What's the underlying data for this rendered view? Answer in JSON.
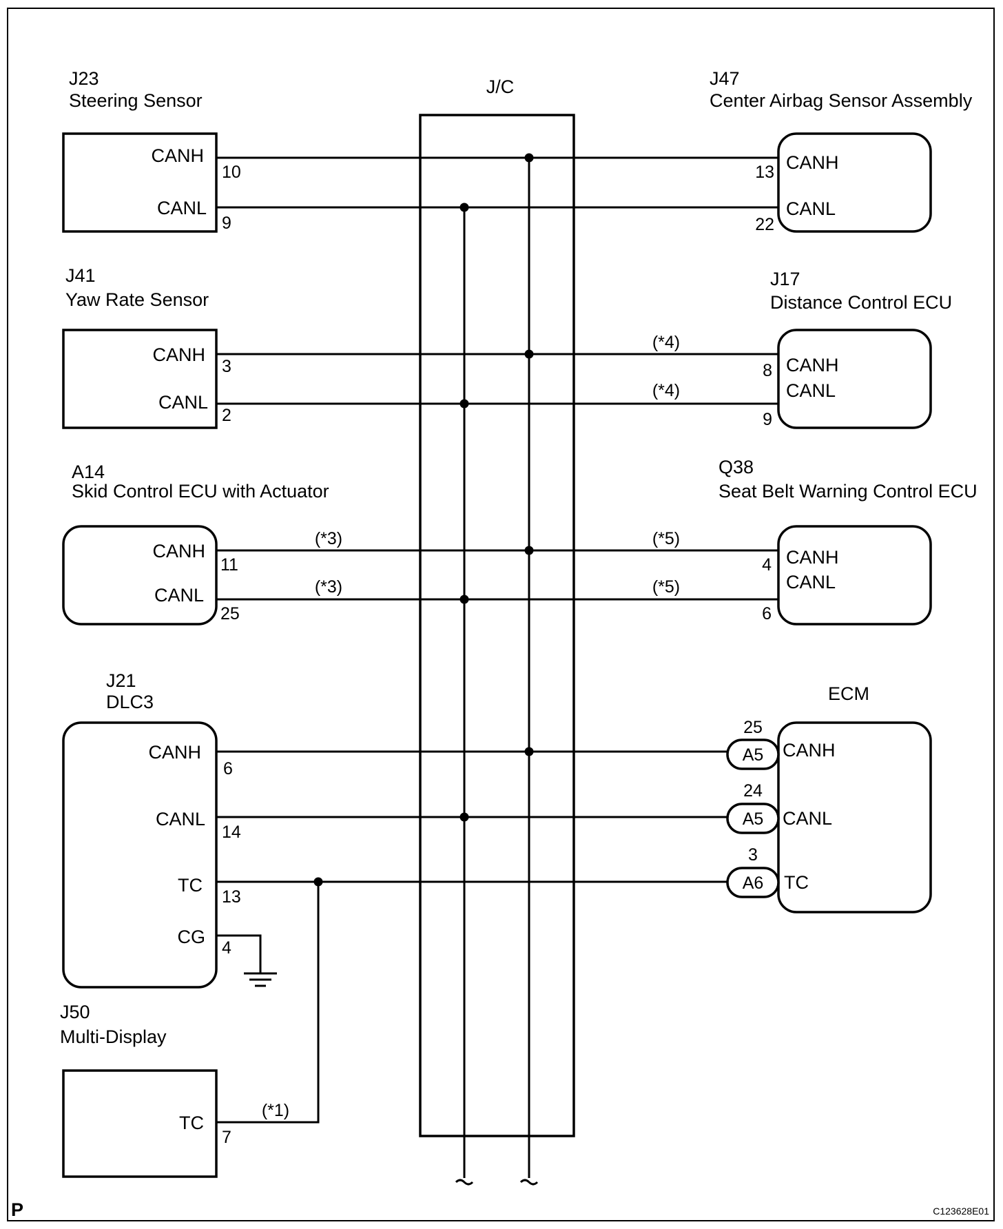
{
  "diagram": {
    "jc_label": "J/C",
    "corner_left": "P",
    "figure_code": "C123628E01"
  },
  "components": {
    "j23": {
      "code": "J23",
      "name": "Steering Sensor",
      "canh": "CANH",
      "canl": "CANL",
      "pin_canh": "10",
      "pin_canl": "9"
    },
    "j47": {
      "code": "J47",
      "name": "Center Airbag Sensor Assembly",
      "canh": "CANH",
      "canl": "CANL",
      "pin_canh": "13",
      "pin_canl": "22"
    },
    "j41": {
      "code": "J41",
      "name": "Yaw Rate Sensor",
      "canh": "CANH",
      "canl": "CANL",
      "pin_canh": "3",
      "pin_canl": "2"
    },
    "j17": {
      "code": "J17",
      "name": "Distance Control ECU",
      "canh": "CANH",
      "canl": "CANL",
      "pin_canh": "8",
      "pin_canl": "9"
    },
    "a14": {
      "code": "A14",
      "name": "Skid Control ECU with Actuator",
      "canh": "CANH",
      "canl": "CANL",
      "pin_canh": "11",
      "pin_canl": "25"
    },
    "q38": {
      "code": "Q38",
      "name": "Seat Belt Warning Control ECU",
      "canh": "CANH",
      "canl": "CANL",
      "pin_canh": "4",
      "pin_canl": "6"
    },
    "j21": {
      "code": "J21",
      "name": "DLC3",
      "canh": "CANH",
      "canl": "CANL",
      "tc": "TC",
      "cg": "CG",
      "pin_canh": "6",
      "pin_canl": "14",
      "pin_tc": "13",
      "pin_cg": "4"
    },
    "ecm": {
      "name": "ECM",
      "canh": "CANH",
      "canl": "CANL",
      "tc": "TC",
      "conn_canh": "A5",
      "conn_canl": "A5",
      "conn_tc": "A6",
      "pin_canh": "25",
      "pin_canl": "24",
      "pin_tc": "3"
    },
    "j50": {
      "code": "J50",
      "name": "Multi-Display",
      "tc": "TC",
      "pin_tc": "7"
    }
  },
  "notes": {
    "n1": "(*1)",
    "n3": "(*3)",
    "n4": "(*4)",
    "n5": "(*5)"
  }
}
